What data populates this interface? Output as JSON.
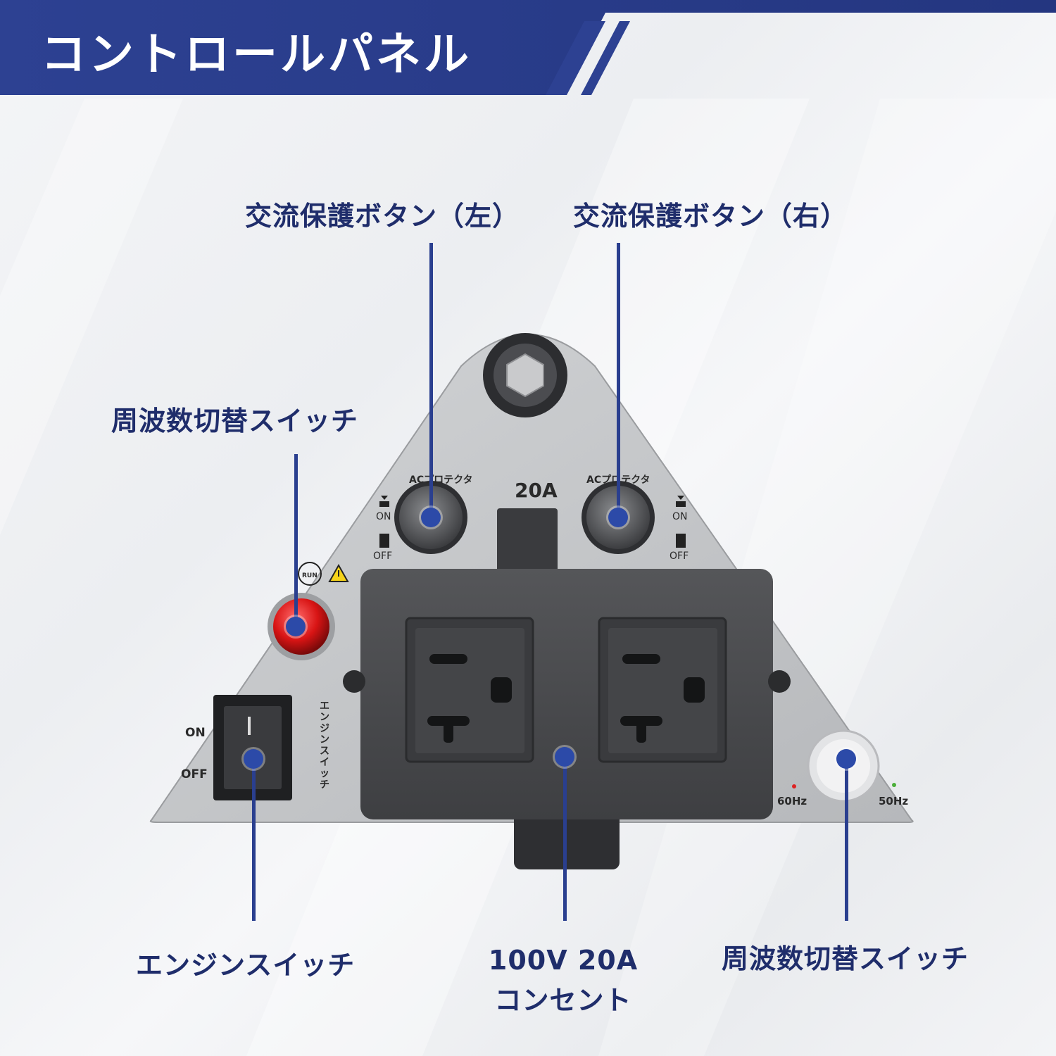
{
  "header": {
    "title": "コントロールパネル"
  },
  "labels": {
    "ac_left": "交流保護ボタン（左）",
    "ac_right": "交流保護ボタン（右）",
    "freq_top": "周波数切替スイッチ",
    "engine_switch": "エンジンスイッチ",
    "outlet_line1": "100V 20A",
    "outlet_line2": "コンセント",
    "freq_bottom": "周波数切替スイッチ"
  },
  "panel": {
    "ac_protector_left": "ACプロテクタ",
    "ac_protector_right": "ACプロテクタ",
    "on": "ON",
    "off": "OFF",
    "amp": "20A",
    "run": "RUN",
    "engine_switch_vertical": "エンジンスイッチ",
    "rocker_on": "ON",
    "rocker_off": "OFF",
    "hz60": "60Hz",
    "hz50": "50Hz"
  },
  "colors": {
    "banner": "#2a3f8f",
    "label_text": "#1f2d6b",
    "marker": "#2c4aa8",
    "panel": "#bfc1c4",
    "outlet_body": "#4a4b4e",
    "indicator_red": "#e01818"
  }
}
